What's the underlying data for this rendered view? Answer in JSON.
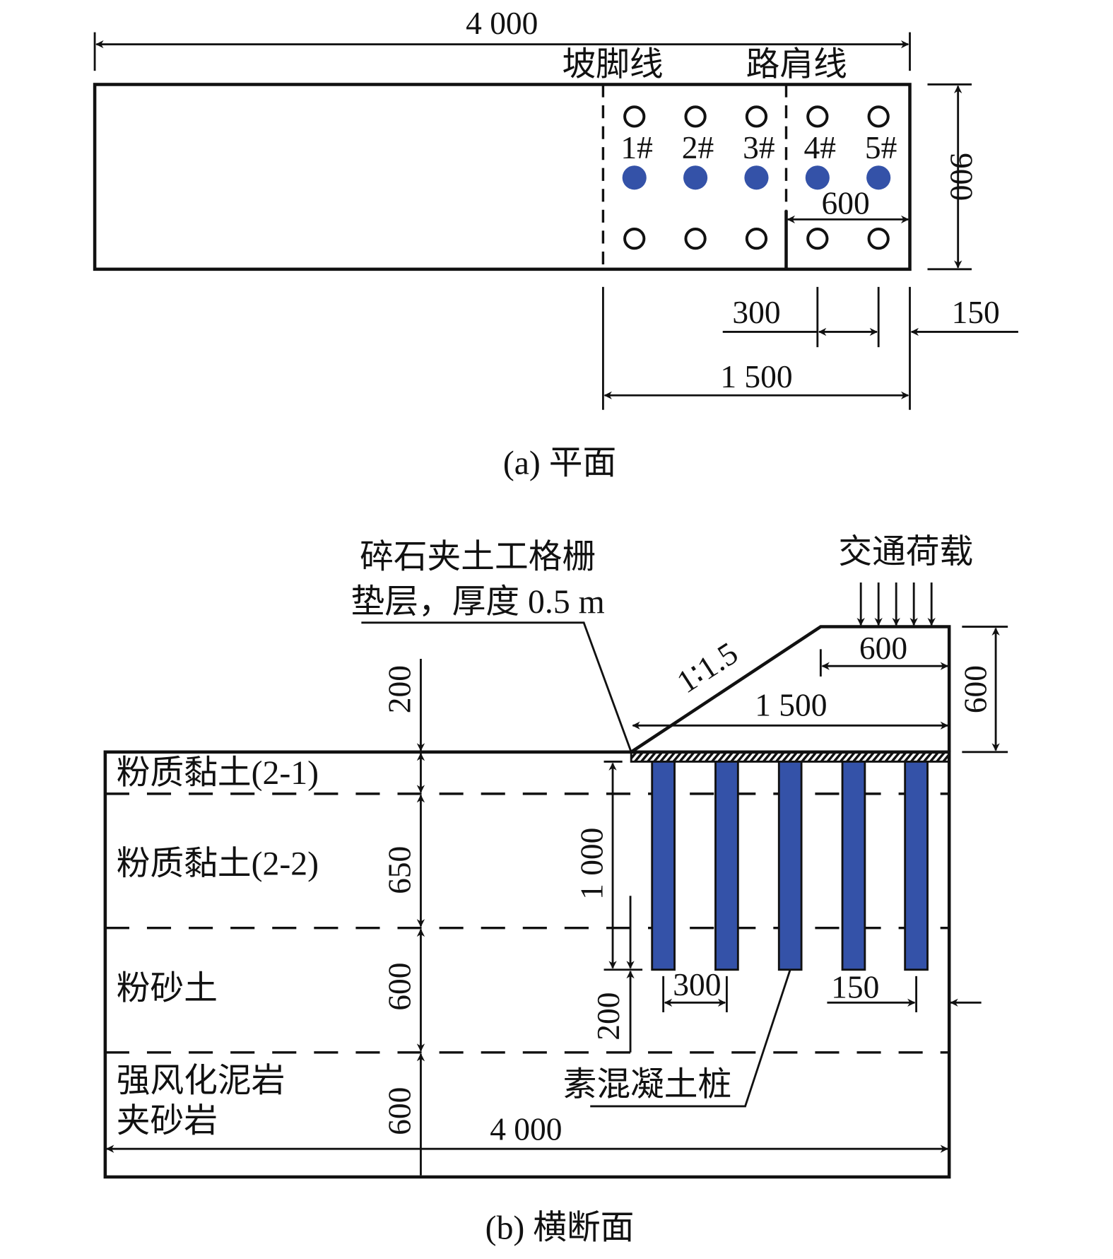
{
  "plan": {
    "total_length": "4 000",
    "toe_line": "坡脚线",
    "shoulder_line": "路肩线",
    "width": "900",
    "shoulder_width": "600",
    "spacing": "300",
    "edge": "150",
    "half_width": "1 500",
    "points": [
      "1#",
      "2#",
      "3#",
      "4#",
      "5#"
    ],
    "caption": "(a) 平面"
  },
  "section": {
    "cushion_label_1": "碎石夹土工格栅",
    "cushion_label_2": "垫层，厚度 0.5 m",
    "traffic_load": "交通荷载",
    "top_width": "600",
    "slope": "1∶1.5",
    "half_width": "1 500",
    "height": "600",
    "layers": [
      "粉质黏土(2-1)",
      "粉质黏土(2-2)",
      "粉砂土",
      "强风化泥岩",
      "夹砂岩"
    ],
    "layer_dims": [
      "200",
      "650",
      "600",
      "600"
    ],
    "pile_length": "1 000",
    "pile_tip": "200",
    "pile_spacing": "300",
    "pile_edge": "150",
    "pile_label": "素混凝土桩",
    "total_width": "4 000",
    "caption": "(b) 横断面"
  },
  "colors": {
    "pile": "#3452a8"
  }
}
